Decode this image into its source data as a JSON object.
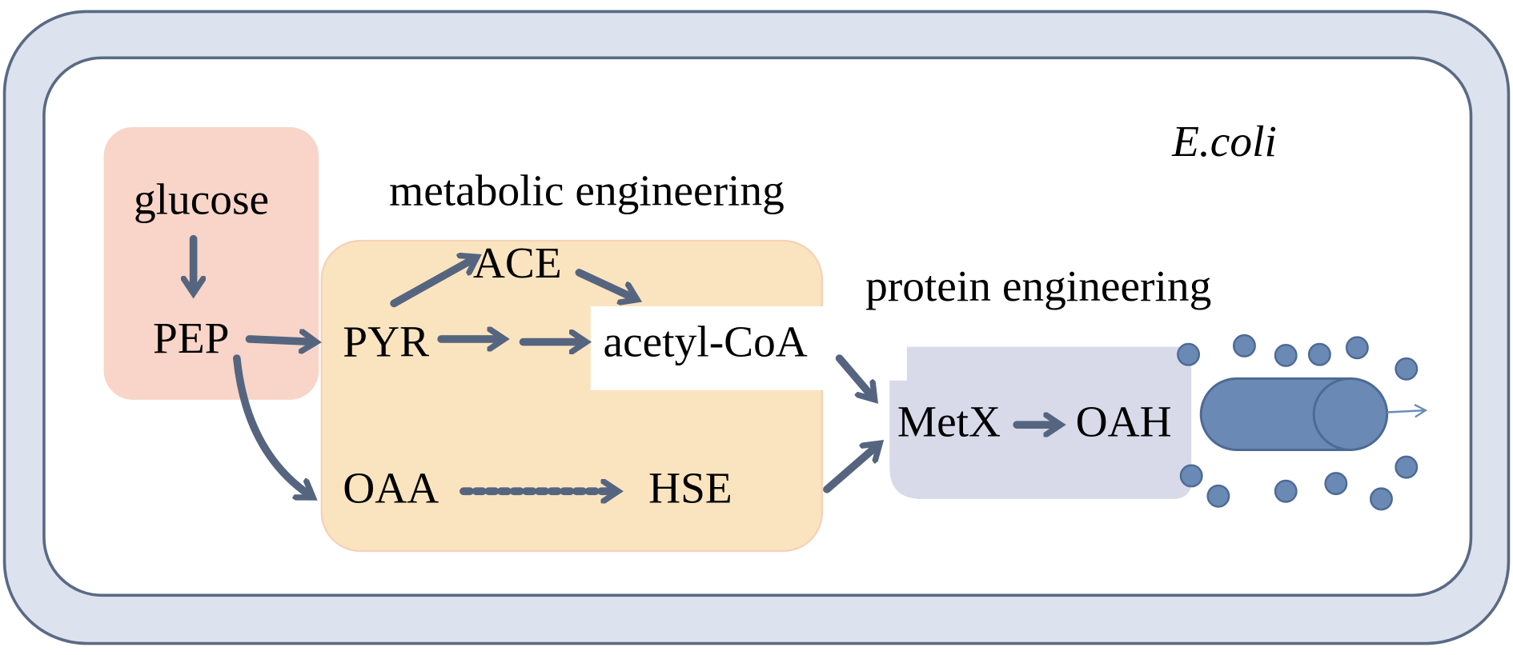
{
  "labels": {
    "organism": "E.coli",
    "metabolic": "metabolic engineering",
    "protein": "protein engineering",
    "glucose": "glucose",
    "pep": "PEP",
    "pyr": "PYR",
    "ace": "ACE",
    "acetyl_coa": "acetyl-CoA",
    "oaa": "OAA",
    "hse": "HSE",
    "metx": "MetX",
    "oah": "OAH"
  },
  "colors": {
    "cell_wall": "#dce3ee",
    "outline": "#5a6a85",
    "glycolysis_box": "#f8d5c8",
    "metabolic_box": "#fae4c0",
    "protein_box": "#d8dae9",
    "arrow": "#56657f",
    "transporter": "#6a8ab5"
  }
}
